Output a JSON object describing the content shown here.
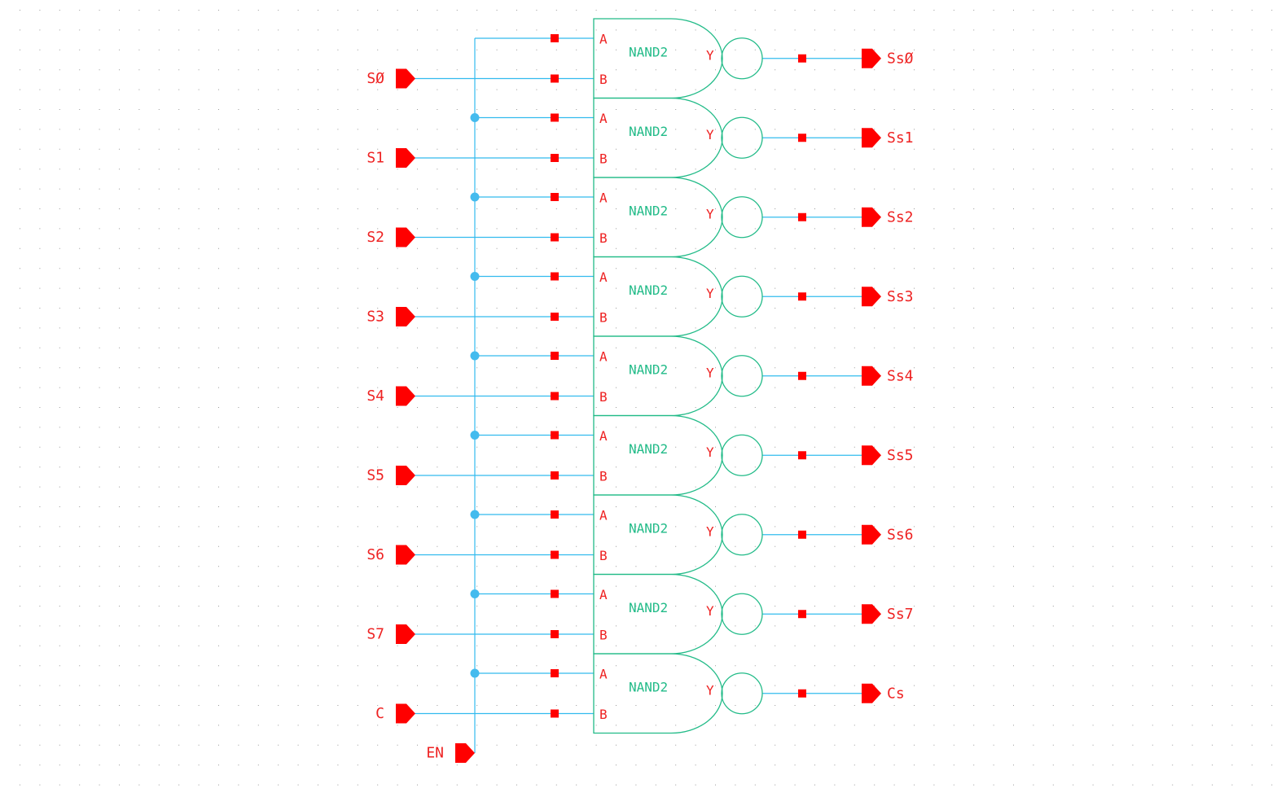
{
  "schematic": {
    "enable_pin": "EN",
    "gates": [
      {
        "in": "SØ",
        "out": "SsØ",
        "cell": "NAND2",
        "pin_a": "A",
        "pin_b": "B",
        "pin_y": "Y"
      },
      {
        "in": "S1",
        "out": "Ss1",
        "cell": "NAND2",
        "pin_a": "A",
        "pin_b": "B",
        "pin_y": "Y"
      },
      {
        "in": "S2",
        "out": "Ss2",
        "cell": "NAND2",
        "pin_a": "A",
        "pin_b": "B",
        "pin_y": "Y"
      },
      {
        "in": "S3",
        "out": "Ss3",
        "cell": "NAND2",
        "pin_a": "A",
        "pin_b": "B",
        "pin_y": "Y"
      },
      {
        "in": "S4",
        "out": "Ss4",
        "cell": "NAND2",
        "pin_a": "A",
        "pin_b": "B",
        "pin_y": "Y"
      },
      {
        "in": "S5",
        "out": "Ss5",
        "cell": "NAND2",
        "pin_a": "A",
        "pin_b": "B",
        "pin_y": "Y"
      },
      {
        "in": "S6",
        "out": "Ss6",
        "cell": "NAND2",
        "pin_a": "A",
        "pin_b": "B",
        "pin_y": "Y"
      },
      {
        "in": "S7",
        "out": "Ss7",
        "cell": "NAND2",
        "pin_a": "A",
        "pin_b": "B",
        "pin_y": "Y"
      },
      {
        "in": "C",
        "out": "Cs",
        "cell": "NAND2",
        "pin_a": "A",
        "pin_b": "B",
        "pin_y": "Y"
      }
    ],
    "colors": {
      "background": "#ffffff",
      "grid_dot": "#9a9a9a",
      "wire": "#33bbee",
      "junction": "#44bbee",
      "gate": "#22bb88",
      "pin": "#ff0000",
      "pin_label": "#ee2222"
    }
  }
}
